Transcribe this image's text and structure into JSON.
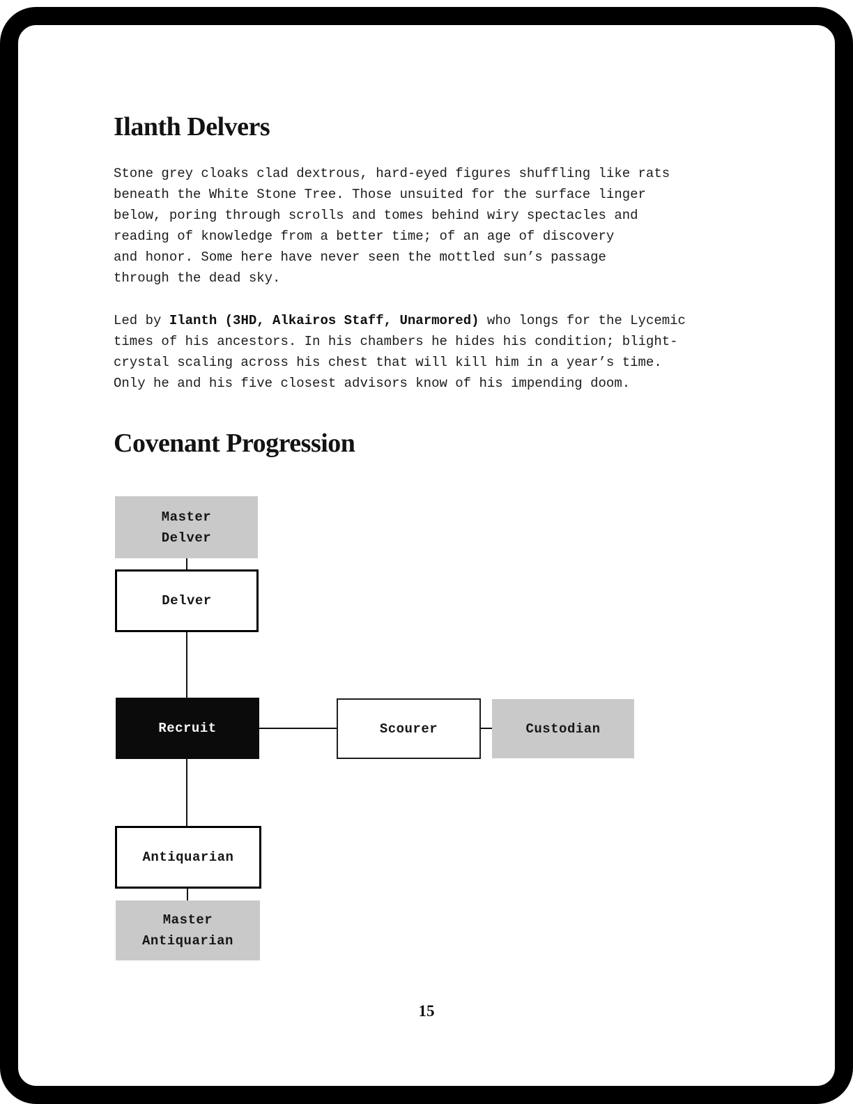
{
  "page": {
    "heading_1": "Ilanth Delvers",
    "paragraph_1": "Stone grey cloaks clad dextrous, hard-eyed figures shuffling like rats\nbeneath the White Stone Tree. Those unsuited for the surface linger\nbelow, poring through scrolls and tomes behind wiry spectacles and\nreading of knowledge from a better time; of an age of discovery\nand honor. Some here have never seen the mottled sun’s passage\nthrough the dead sky.",
    "paragraph_2": {
      "prefix": "Led by ",
      "bold": "Ilanth (3HD, Alkairos Staff, Unarmored)",
      "suffix": " who longs for the Lycemic\ntimes of his ancestors. In his chambers he hides his condition; blight-\ncrystal scaling across his chest that will kill him in a year’s time.\nOnly he and his five closest advisors know of his impending doom."
    },
    "heading_2": "Covenant Progression",
    "page_number": "15"
  },
  "diagram": {
    "title": "Covenant Progression",
    "nodes": {
      "master_delver": {
        "label": "Master\nDelver",
        "style": "grey"
      },
      "delver": {
        "label": "Delver",
        "style": "white"
      },
      "recruit": {
        "label": "Recruit",
        "style": "black"
      },
      "scourer": {
        "label": "Scourer",
        "style": "white"
      },
      "custodian": {
        "label": "Custodian",
        "style": "grey"
      },
      "antiquarian": {
        "label": "Antiquarian",
        "style": "white"
      },
      "master_antiquarian": {
        "label": "Master\nAntiquarian",
        "style": "grey"
      }
    },
    "edges": [
      "master_delver-delver",
      "delver-recruit",
      "recruit-scourer",
      "scourer-custodian",
      "recruit-antiquarian",
      "antiquarian-master_antiquarian"
    ]
  },
  "colors": {
    "box_grey": "#c9c9c9",
    "box_black": "#0b0b0b",
    "frame_black": "#000000"
  }
}
